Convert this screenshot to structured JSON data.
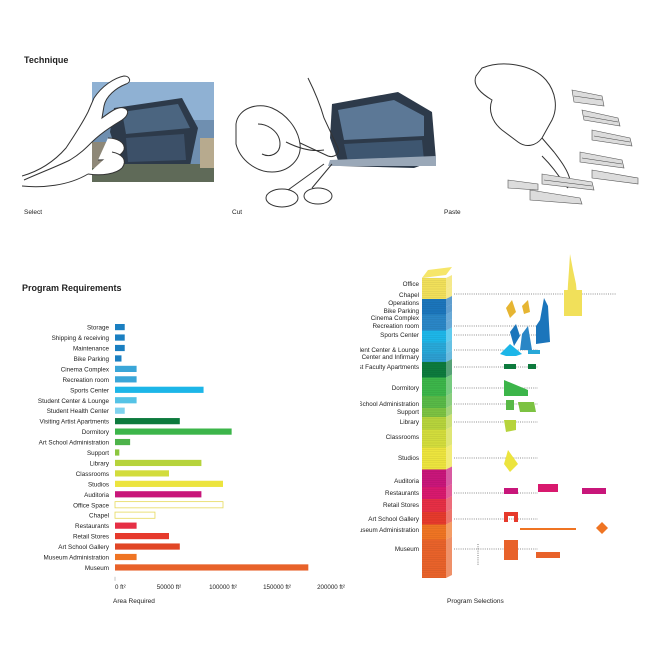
{
  "technique": {
    "title": "Technique",
    "steps": [
      {
        "caption": "Select"
      },
      {
        "caption": "Cut"
      },
      {
        "caption": "Paste"
      }
    ]
  },
  "program": {
    "title": "Program Requirements",
    "x_axis_label": "Area Required",
    "right_caption": "Program Selections"
  },
  "chart_data": {
    "type": "bar",
    "orientation": "horizontal",
    "xlabel": "Area Required",
    "xlim": [
      0,
      200000
    ],
    "ticks": [
      "0 ft²",
      "50000 ft²",
      "100000 ft²",
      "150000 ft²",
      "200000 ft²"
    ],
    "categories": [
      "Storage",
      "Shipping & receiving",
      "Maintenance",
      "Bike Parking",
      "Cinema Complex",
      "Recreation room",
      "Sports Center",
      "Student Center & Lounge",
      "Student Health Center",
      "Visiting Artist Apartments",
      "Dormitory",
      "Art School Administration",
      "Support",
      "Library",
      "Classrooms",
      "Studios",
      "Auditoria",
      "Office Space",
      "Chapel",
      "Restaurants",
      "Retail Stores",
      "Art School Gallery",
      "Museum Administration",
      "Museum"
    ],
    "values": [
      9000,
      9000,
      9000,
      6000,
      20000,
      20000,
      82000,
      20000,
      9000,
      60000,
      108000,
      14000,
      4000,
      80000,
      50000,
      100000,
      80000,
      100000,
      37000,
      20000,
      50000,
      60000,
      20000,
      179000
    ],
    "colors": [
      "#1a7fc1",
      "#1a7fc1",
      "#1a7fc1",
      "#1a7fc1",
      "#3aa6d8",
      "#3aa6d8",
      "#1db6e8",
      "#55c3e6",
      "#7fd2ee",
      "#0d7a3d",
      "#3cb54a",
      "#4db34a",
      "#8cc63f",
      "#b6d33c",
      "#d2dc3c",
      "#ece43e",
      "#c8167a",
      "#ffffff",
      "#ffffff",
      "#e62f45",
      "#e63a2c",
      "#e14626",
      "#ef7423",
      "#e8622a"
    ],
    "outlined": [
      false,
      false,
      false,
      false,
      false,
      false,
      false,
      false,
      false,
      false,
      false,
      false,
      false,
      false,
      false,
      false,
      false,
      true,
      true,
      false,
      false,
      false,
      false,
      false
    ],
    "outline_colors": {
      "Office Space": "#e6d95a",
      "Chapel": "#e6d95a"
    }
  },
  "selections": {
    "labels": [
      "Office",
      "Chapel",
      "Operations",
      "Bike Parking",
      "Cinema Complex",
      "Recreation room",
      "Sports Center",
      "Student Center & Lounge",
      "Student Health Center and Infirmary",
      "Visiting Artist Faculty Apartments",
      "Dormitory",
      "Art School Administration",
      "Support",
      "Library",
      "Classrooms",
      "Studios",
      "Auditoria",
      "Restaurants",
      "Retail Stores",
      "Art School Gallery",
      "Museum Administration",
      "Museum"
    ]
  }
}
